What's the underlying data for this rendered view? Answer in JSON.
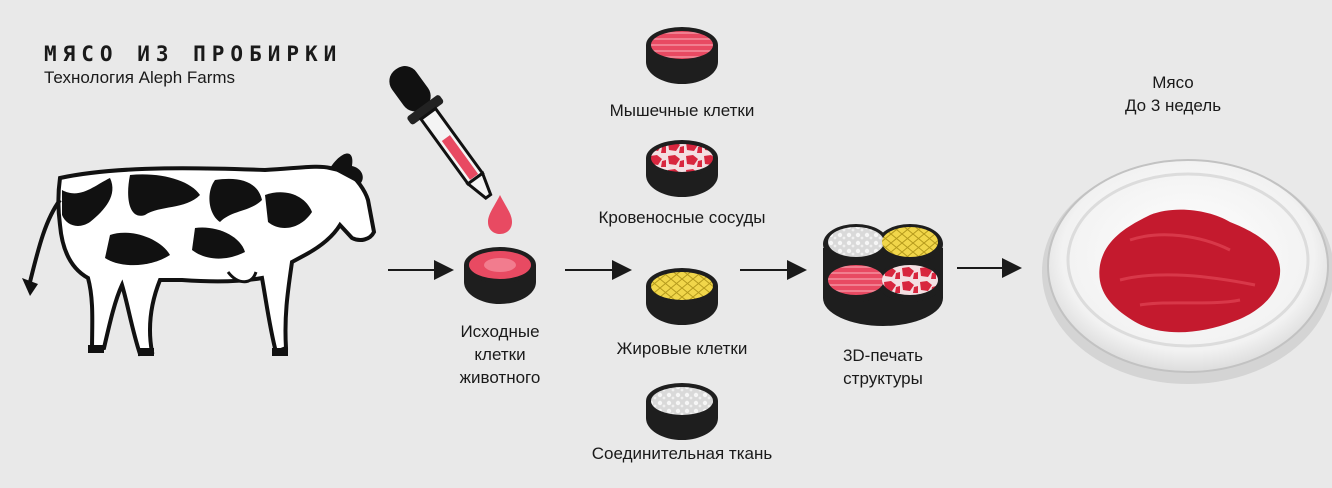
{
  "header": {
    "title": "МЯСО ИЗ ПРОБИРКИ",
    "subtitle": "Технология Aleph Farms"
  },
  "steps": {
    "source_cells": {
      "line1": "Исходные",
      "line2": "клетки",
      "line3": "животного"
    },
    "muscle_cells": "Мышечные клетки",
    "blood_vessels": "Кровеносные сосуды",
    "fat_cells": "Жировые клетки",
    "connective_tissue": "Соединительная ткань",
    "printing": {
      "line1": "3D-печать",
      "line2": "структуры"
    },
    "meat": {
      "line1": "Мясо",
      "line2": "До 3 недель"
    }
  },
  "colors": {
    "background": "#e9e9e9",
    "muscle": "#e84a62",
    "fat": "#f1d64a",
    "connective": "#d6d6d6",
    "dish": "#1e1e1e",
    "meat": "#c41a2e"
  }
}
